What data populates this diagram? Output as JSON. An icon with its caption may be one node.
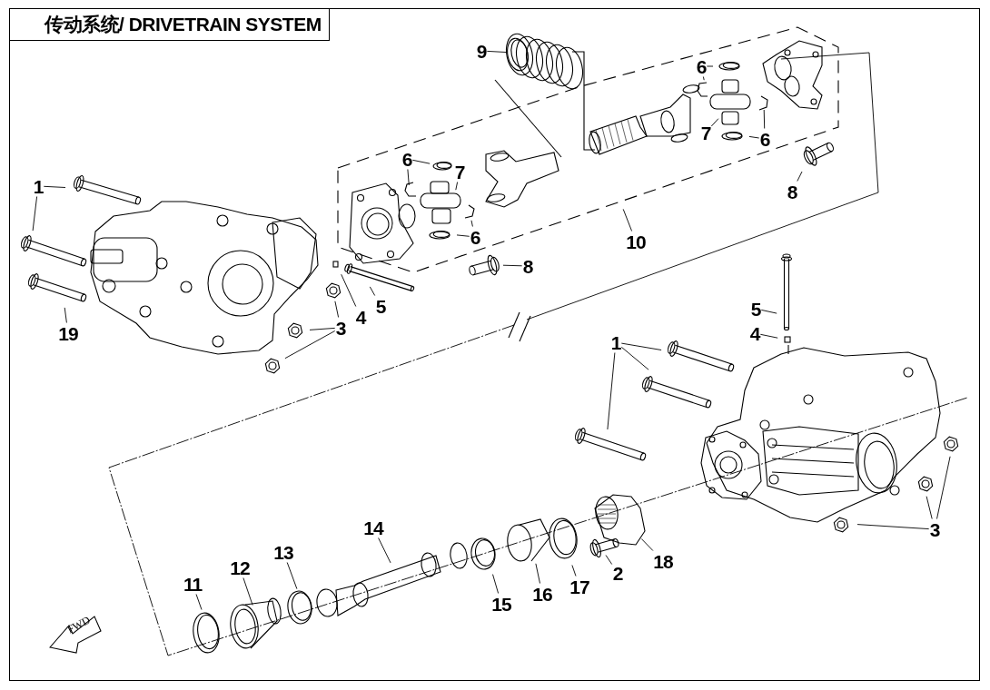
{
  "diagram": {
    "title": "传动系统/ DRIVETRAIN SYSTEM",
    "nodes": [
      {
        "text": [
          "1"
        ]
      },
      {
        "text": [
          "19"
        ]
      },
      {
        "text": [
          "3"
        ]
      },
      {
        "text": [
          "4"
        ]
      },
      {
        "text": [
          "5"
        ]
      },
      {
        "text": [
          "6"
        ]
      },
      {
        "text": [
          "7"
        ]
      },
      {
        "text": [
          "6"
        ]
      },
      {
        "text": [
          "8"
        ]
      },
      {
        "text": [
          "10"
        ]
      },
      {
        "text": [
          "9"
        ]
      },
      {
        "text": [
          "6"
        ]
      },
      {
        "text": [
          "7"
        ]
      },
      {
        "text": [
          "6"
        ]
      },
      {
        "text": [
          "8"
        ]
      },
      {
        "text": [
          "5"
        ]
      },
      {
        "text": [
          "4"
        ]
      },
      {
        "text": [
          "1"
        ]
      },
      {
        "text": [
          "3"
        ]
      },
      {
        "text": [
          "2"
        ]
      },
      {
        "text": [
          "18"
        ]
      },
      {
        "text": [
          "17"
        ]
      },
      {
        "text": [
          "16"
        ]
      },
      {
        "text": [
          "15"
        ]
      },
      {
        "text": [
          "14"
        ]
      },
      {
        "text": [
          "13"
        ]
      },
      {
        "text": [
          "12"
        ]
      },
      {
        "text": [
          "11"
        ]
      }
    ],
    "edges": [
      {
        "from": 0,
        "to": null,
        "arrow": "none"
      },
      {
        "from": 0,
        "to": null,
        "arrow": "none"
      },
      {
        "from": 1,
        "to": null,
        "arrow": "none"
      },
      {
        "from": 2,
        "to": null,
        "arrow": "none"
      },
      {
        "from": 2,
        "to": null,
        "arrow": "none"
      },
      {
        "from": 2,
        "to": null,
        "arrow": "none"
      },
      {
        "from": 3,
        "to": null,
        "arrow": "none"
      },
      {
        "from": 4,
        "to": null,
        "arrow": "none"
      },
      {
        "from": 5,
        "to": null,
        "arrow": "none"
      },
      {
        "from": 5,
        "to": null,
        "arrow": "none"
      },
      {
        "from": 6,
        "to": null,
        "arrow": "none"
      },
      {
        "from": 7,
        "to": null,
        "arrow": "none"
      },
      {
        "from": 7,
        "to": null,
        "arrow": "none"
      },
      {
        "from": 8,
        "to": null,
        "arrow": "none"
      },
      {
        "from": 9,
        "to": null,
        "arrow": "none"
      },
      {
        "from": 10,
        "to": null,
        "arrow": "none"
      },
      {
        "from": 11,
        "to": null,
        "arrow": "none"
      },
      {
        "from": 11,
        "to": null,
        "arrow": "none"
      },
      {
        "from": 12,
        "to": null,
        "arrow": "none"
      },
      {
        "from": 13,
        "to": null,
        "arrow": "none"
      },
      {
        "from": 13,
        "to": null,
        "arrow": "none"
      },
      {
        "from": 14,
        "to": null,
        "arrow": "none"
      },
      {
        "from": 15,
        "to": null,
        "arrow": "none"
      },
      {
        "from": 16,
        "to": null,
        "arrow": "none"
      },
      {
        "from": 17,
        "to": null,
        "arrow": "none"
      },
      {
        "from": 17,
        "to": null,
        "arrow": "none"
      },
      {
        "from": 17,
        "to": null,
        "arrow": "none"
      },
      {
        "from": 18,
        "to": null,
        "arrow": "none"
      },
      {
        "from": 18,
        "to": null,
        "arrow": "none"
      },
      {
        "from": 18,
        "to": null,
        "arrow": "none"
      },
      {
        "from": 19,
        "to": null,
        "arrow": "none"
      },
      {
        "from": 20,
        "to": null,
        "arrow": "none"
      },
      {
        "from": 21,
        "to": null,
        "arrow": "none"
      },
      {
        "from": 22,
        "to": null,
        "arrow": "none"
      },
      {
        "from": 23,
        "to": null,
        "arrow": "none"
      },
      {
        "from": 24,
        "to": null,
        "arrow": "none"
      },
      {
        "from": 25,
        "to": null,
        "arrow": "none"
      },
      {
        "from": 26,
        "to": null,
        "arrow": "none"
      },
      {
        "from": 27,
        "to": null,
        "arrow": "none"
      }
    ],
    "labels": [
      "FWD"
    ]
  }
}
